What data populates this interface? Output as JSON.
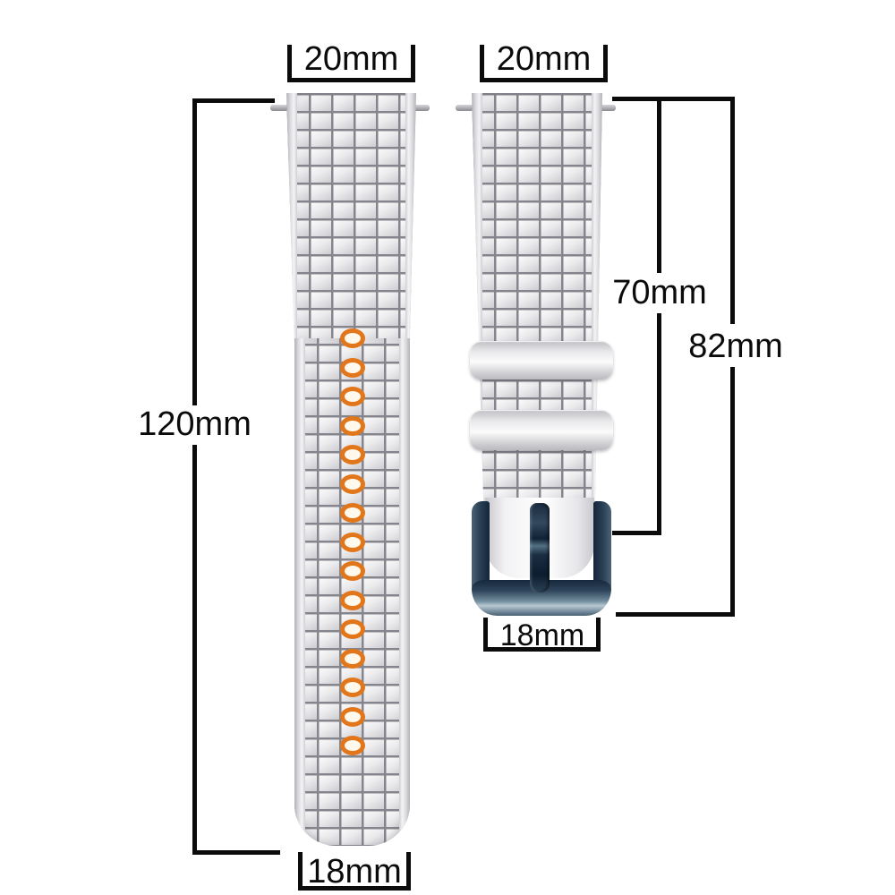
{
  "title": "Watch strap dimension diagram",
  "colors": {
    "background": "#ffffff",
    "dim_line": "#0b0b0b",
    "strap": "#ececee",
    "grid_line": "#85858d",
    "hole_ring": "#e2761b",
    "buckle_dark": "#16283c",
    "buckle_light": "#b8c8d2"
  },
  "dims": {
    "lug_width_left": "20mm",
    "lug_width_right": "20mm",
    "long_strap_length": "120mm",
    "short_strap_length_to_buckle": "70mm",
    "short_strap_total_length": "82mm",
    "long_strap_tip_width": "18mm",
    "buckle_width": "18mm"
  },
  "strap": {
    "hole_count": 15,
    "keeper_count": 2
  }
}
